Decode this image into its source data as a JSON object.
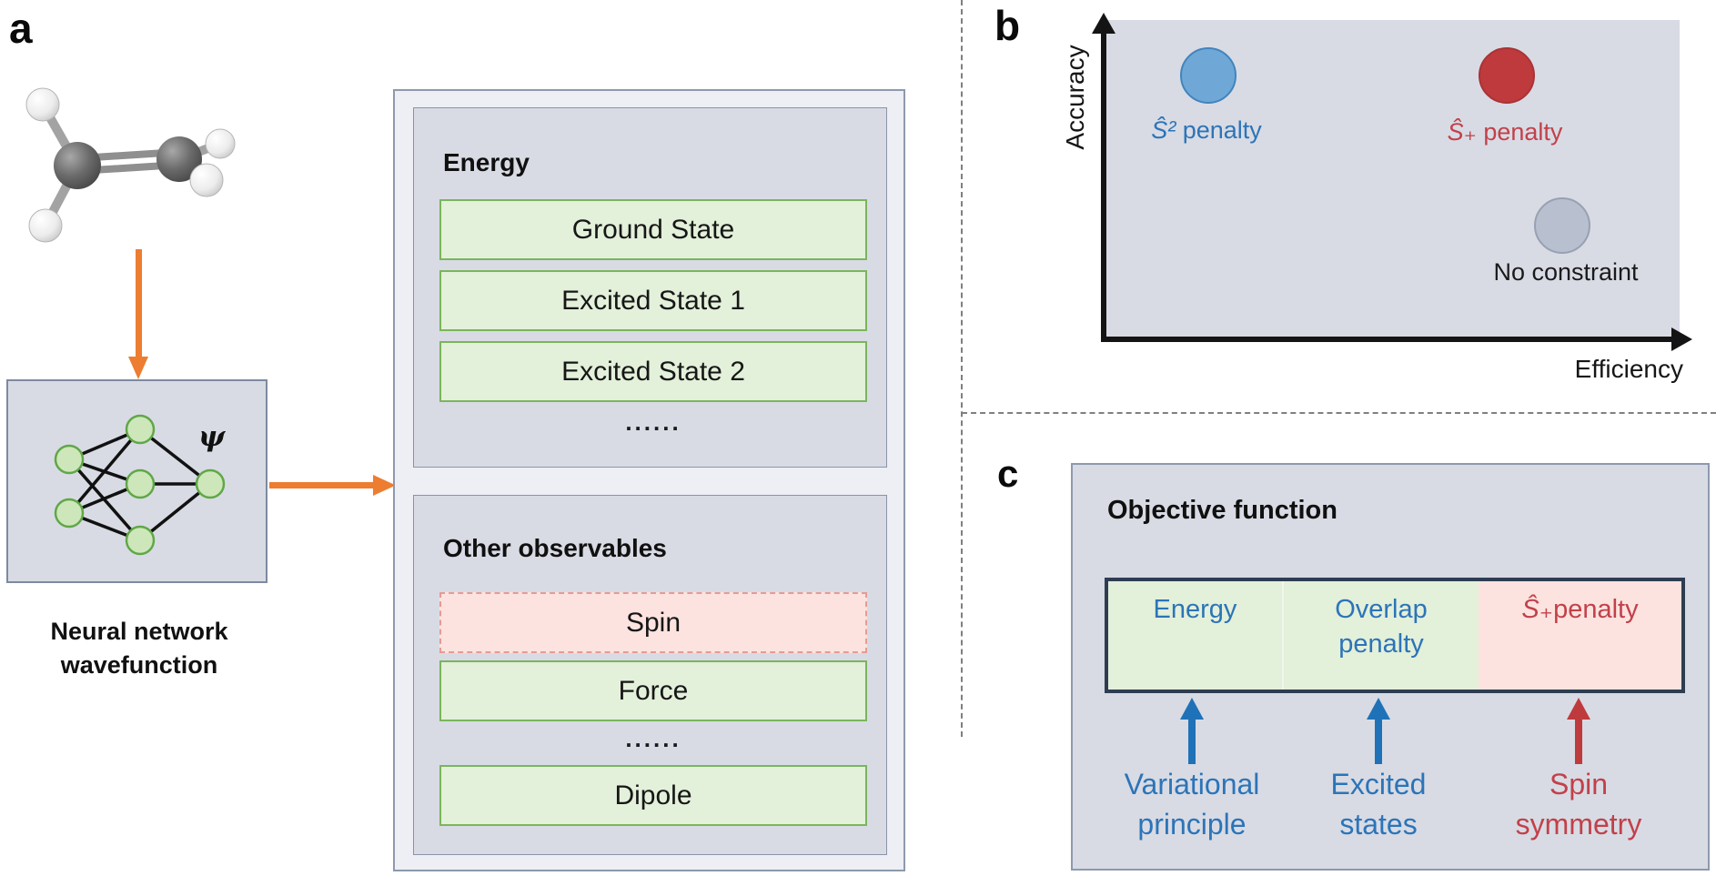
{
  "panels": {
    "a": {
      "label": "a",
      "molecule": "ethylene-ball-and-stick",
      "psi_symbol": "ψ",
      "caption_line1": "Neural network",
      "caption_line2": "wavefunction",
      "energy": {
        "title": "Energy",
        "rows": [
          "Ground State",
          "Excited State 1",
          "Excited State 2"
        ],
        "ellipsis": "......"
      },
      "other": {
        "title": "Other observables",
        "rows": [
          "Spin",
          "Force",
          "Dipole"
        ],
        "ellipsis": "......"
      }
    },
    "b": {
      "label": "b",
      "y_axis_label": "Accuracy",
      "x_axis_label": "Efficiency",
      "points": [
        {
          "symbol": "Ŝ²",
          "word": " penalty",
          "color": "#6fa8d6",
          "efficiency": 0.18,
          "accuracy": 0.83
        },
        {
          "symbol": "Ŝ₊",
          "word": " penalty",
          "color": "#bf3a3d",
          "efficiency": 0.7,
          "accuracy": 0.83
        },
        {
          "symbol": "",
          "word": "No constraint",
          "color": "#b8bfce",
          "efficiency": 0.79,
          "accuracy": 0.36
        }
      ]
    },
    "c": {
      "label": "c",
      "title": "Objective function",
      "cells": [
        {
          "symbol": "",
          "text": "Energy"
        },
        {
          "symbol": "",
          "text": "Overlap penalty"
        },
        {
          "symbol": "Ŝ₊",
          "text": " penalty"
        }
      ],
      "sources": [
        {
          "line1": "Variational",
          "line2": "principle",
          "color": "blue"
        },
        {
          "line1": "Excited",
          "line2": "states",
          "color": "blue"
        },
        {
          "line1": "Spin",
          "line2": "symmetry",
          "color": "red"
        }
      ]
    }
  },
  "colors": {
    "panel_fill": "#d8dbe4",
    "outer_box_fill": "#edeff5",
    "box_border": "#8d99ad",
    "green_fill": "#e3f0da",
    "green_border": "#7ab55c",
    "pink_fill": "#fce3df",
    "pink_border": "#e59b94",
    "orange_arrow": "#ED7D31",
    "blue_text": "#2c74b8",
    "red_text": "#c2414a",
    "navy_border": "#2e3d52",
    "blue_dot": "#6fa8d6",
    "red_dot": "#bf3a3d",
    "gray_dot": "#b8bfce"
  }
}
